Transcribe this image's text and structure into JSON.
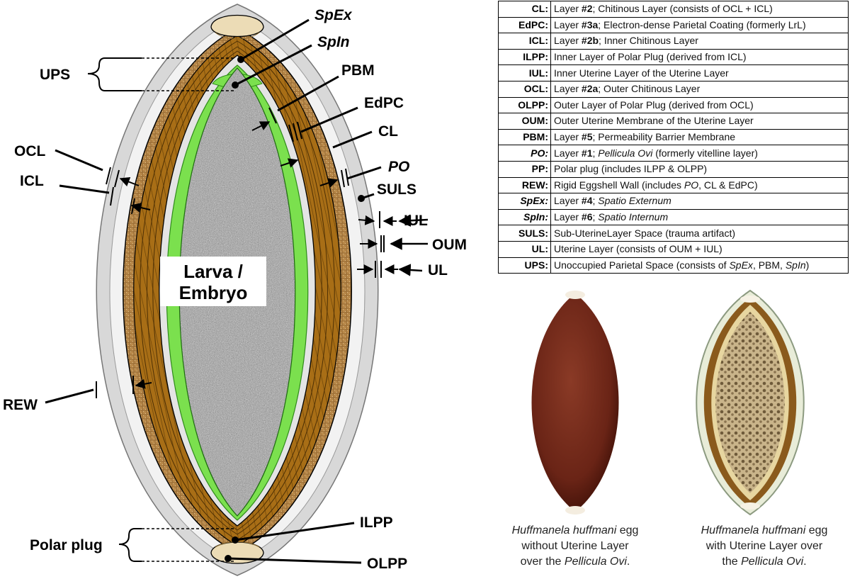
{
  "diagram": {
    "center_label": [
      "Larva /",
      "Embryo"
    ],
    "labels": {
      "spex": "SpEx",
      "spin": "SpIn",
      "ups": "UPS",
      "pbm": "PBM",
      "edpc": "EdPC",
      "cl": "CL",
      "ocl": "OCL",
      "icl": "ICL",
      "po": "PO",
      "suls": "SULS",
      "iul": "IUL",
      "oum": "OUM",
      "ul": "UL",
      "rew": "REW",
      "ilpp": "ILPP",
      "polar_plug": "Polar plug",
      "olpp": "OLPP"
    },
    "colors": {
      "uterine_layer": "#d8d8d8",
      "chitinous_layer": "#a86e16",
      "polar_plug": "#ecdcb6",
      "pbm": "#7be04e",
      "embryo": "#9c9c9c"
    }
  },
  "legend": [
    {
      "abbr": "CL:",
      "parts": [
        {
          "t": "Layer "
        },
        {
          "t": "#2",
          "b": true
        },
        {
          "t": "; Chitinous Layer (consists of OCL + ICL)"
        }
      ]
    },
    {
      "abbr": "EdPC:",
      "parts": [
        {
          "t": "Layer "
        },
        {
          "t": "#3a",
          "b": true
        },
        {
          "t": "; Electron-dense Parietal Coating (formerly LrL)"
        }
      ]
    },
    {
      "abbr": "ICL:",
      "parts": [
        {
          "t": "Layer "
        },
        {
          "t": "#2b",
          "b": true
        },
        {
          "t": "; Inner Chitinous Layer"
        }
      ]
    },
    {
      "abbr": "ILPP:",
      "parts": [
        {
          "t": "Inner Layer of Polar Plug (derived from ICL)"
        }
      ]
    },
    {
      "abbr": "IUL:",
      "parts": [
        {
          "t": "Inner Uterine Layer of the Uterine Layer"
        }
      ]
    },
    {
      "abbr": "OCL:",
      "parts": [
        {
          "t": "Layer "
        },
        {
          "t": "#2a",
          "b": true
        },
        {
          "t": "; Outer Chitinous Layer"
        }
      ]
    },
    {
      "abbr": "OLPP:",
      "parts": [
        {
          "t": "Outer Layer of Polar Plug (derived from OCL)"
        }
      ]
    },
    {
      "abbr": "OUM:",
      "parts": [
        {
          "t": "Outer Uterine Membrane of the Uterine Layer"
        }
      ]
    },
    {
      "abbr": "PBM:",
      "parts": [
        {
          "t": "Layer "
        },
        {
          "t": "#5",
          "b": true
        },
        {
          "t": "; Permeability  Barrier Membrane"
        }
      ]
    },
    {
      "abbr": "PO:",
      "abbr_italic": true,
      "parts": [
        {
          "t": "Layer "
        },
        {
          "t": "#1",
          "b": true
        },
        {
          "t": "; "
        },
        {
          "t": "Pellicula Ovi",
          "i": true
        },
        {
          "t": " (formerly vitelline layer)"
        }
      ]
    },
    {
      "abbr": "PP:",
      "parts": [
        {
          "t": "Polar plug (includes ILPP & OLPP)"
        }
      ]
    },
    {
      "abbr": "REW:",
      "parts": [
        {
          "t": "Rigid Eggshell Wall (includes "
        },
        {
          "t": "PO",
          "i": true
        },
        {
          "t": ", CL & EdPC)"
        }
      ]
    },
    {
      "abbr": "SpEx:",
      "abbr_italic": true,
      "parts": [
        {
          "t": "Layer "
        },
        {
          "t": "#4",
          "b": true
        },
        {
          "t": "; "
        },
        {
          "t": "Spatio Externum",
          "i": true
        }
      ]
    },
    {
      "abbr": "SpIn:",
      "abbr_italic": true,
      "parts": [
        {
          "t": "Layer "
        },
        {
          "t": "#6",
          "b": true
        },
        {
          "t": "; "
        },
        {
          "t": "Spatio Internum",
          "i": true
        }
      ]
    },
    {
      "abbr": "SULS:",
      "parts": [
        {
          "t": "Sub-UterineLayer  Space (trauma artifact)"
        }
      ]
    },
    {
      "abbr": "UL:",
      "parts": [
        {
          "t": "Uterine Layer (consists of OUM + IUL)"
        }
      ]
    },
    {
      "abbr": "UPS:",
      "parts": [
        {
          "t": "Unoccupied Parietal Space (consists of "
        },
        {
          "t": "SpEx",
          "i": true
        },
        {
          "t": ", PBM, "
        },
        {
          "t": "SpIn",
          "i": true
        },
        {
          "t": ")"
        }
      ]
    }
  ],
  "photos": [
    {
      "caption_lines": [
        [
          {
            "t": "Huffmanela huffmani",
            "i": true
          },
          {
            "t": " egg"
          }
        ],
        [
          {
            "t": "without Uterine Layer"
          }
        ],
        [
          {
            "t": "over the "
          },
          {
            "t": "Pellicula Ovi",
            "i": true
          },
          {
            "t": "."
          }
        ]
      ],
      "colors": {
        "shell": "#5a1a10",
        "body": "#7a2a1c"
      }
    },
    {
      "caption_lines": [
        [
          {
            "t": "Huffmanela huffmani",
            "i": true
          },
          {
            "t": " egg"
          }
        ],
        [
          {
            "t": "with Uterine Layer over"
          }
        ],
        [
          {
            "t": "the "
          },
          {
            "t": "Pellicula Ovi",
            "i": true
          },
          {
            "t": "."
          }
        ]
      ],
      "colors": {
        "shell": "#8a5a1c",
        "body": "#b4925a"
      }
    }
  ]
}
